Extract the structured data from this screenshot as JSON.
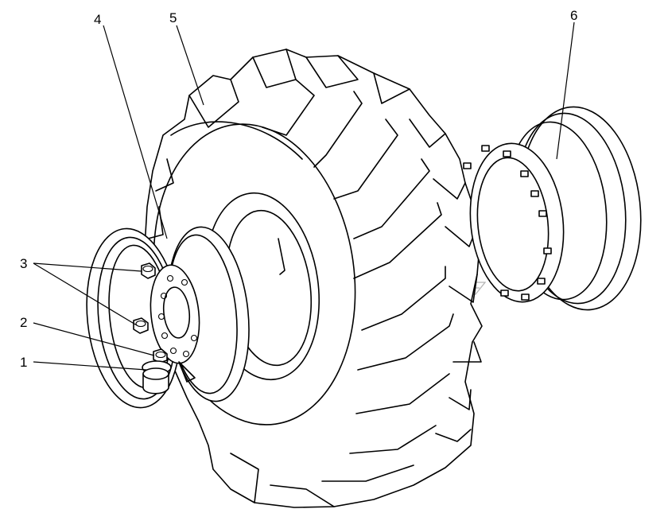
{
  "diagram": {
    "title": "",
    "callouts": {
      "c1": "1",
      "c2": "2",
      "c3": "3",
      "c4": "4",
      "c5": "5",
      "c6": "6"
    }
  }
}
